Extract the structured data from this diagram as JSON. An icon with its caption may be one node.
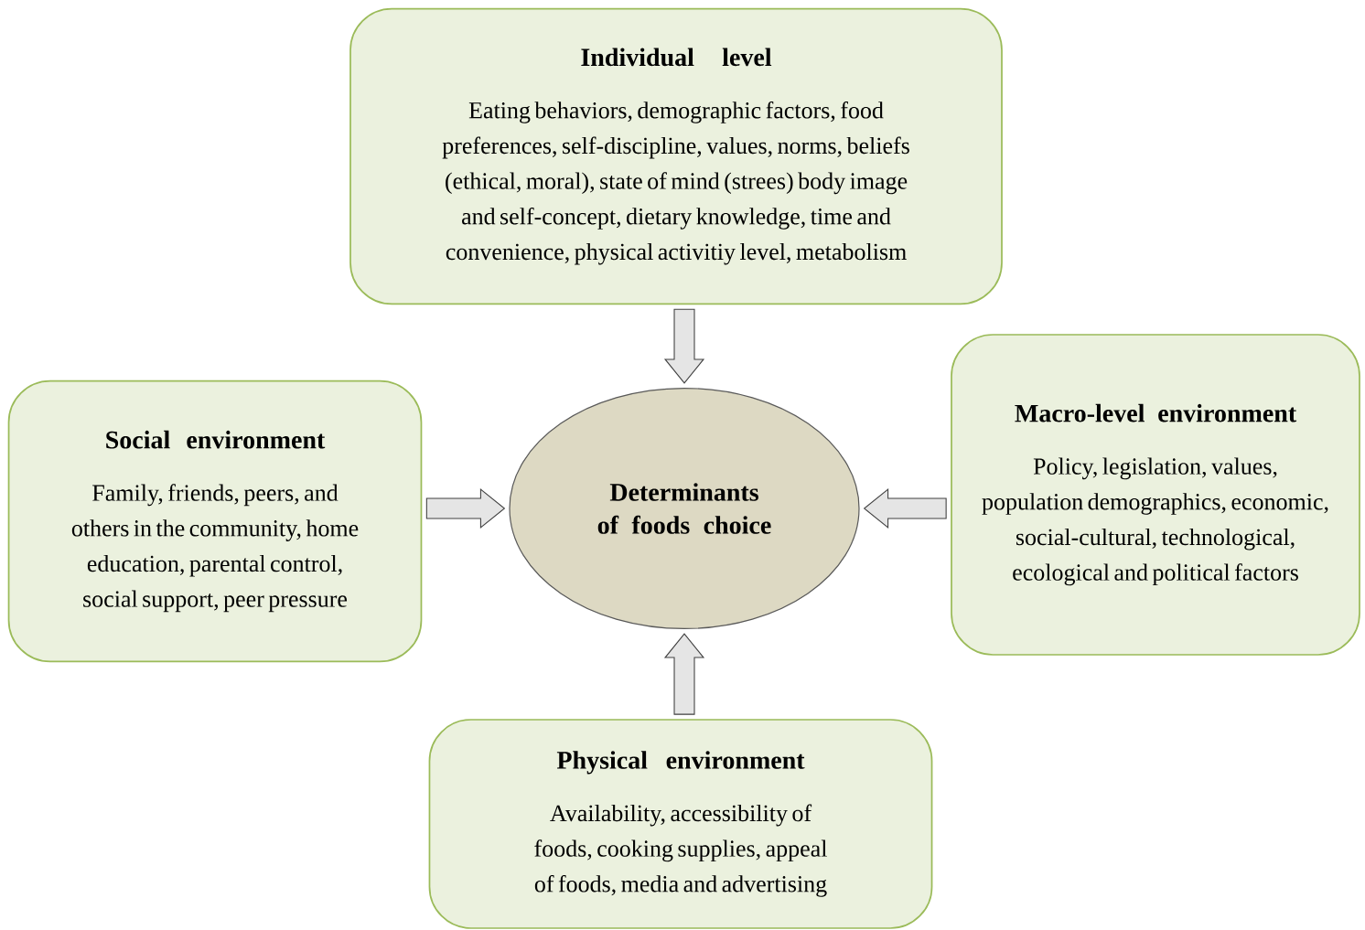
{
  "diagram": {
    "nodes": [
      {
        "text": [
          "Individual level",
          "Eating behaviors, demographic factors, food preferences, self-discipline, values, norms, beliefs (ethical, moral), state of mind (strees) body image and self-concept, dietary knowledge, time and convenience, physical activitiy level, metabolism"
        ]
      },
      {
        "text": [
          "Social environment",
          "Family, friends, peers, and others in the community, home education, parental control, social support, peer pressure"
        ]
      },
      {
        "text": [
          "Determinants of foods choice"
        ]
      },
      {
        "text": [
          "Macro-level environment",
          "Policy, legislation, values, population demographics, economic, social-cultural, technological, ecological and political factors"
        ]
      },
      {
        "text": [
          "Physical environment",
          "Availability, accessibility of foods, cooking supplies, appeal of foods, media and advertising"
        ]
      }
    ],
    "edges": [
      {
        "from": 0,
        "to": 2,
        "arrow": "to"
      },
      {
        "from": 1,
        "to": 2,
        "arrow": "to"
      },
      {
        "from": 3,
        "to": 2,
        "arrow": "to"
      },
      {
        "from": 4,
        "to": 2,
        "arrow": "to"
      }
    ]
  }
}
